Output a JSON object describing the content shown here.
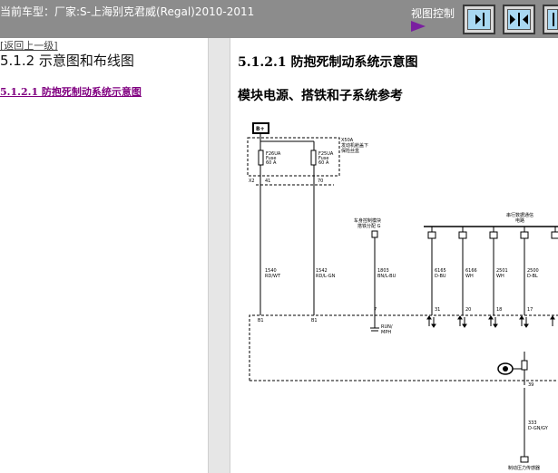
{
  "header": {
    "vehicle_text": "当前车型：厂家:S-上海别克君威(Regal)2010-2011",
    "view_control_label": "视图控制"
  },
  "left_panel": {
    "back_link": "[返回上一级]",
    "section_heading": "5.1.2 示意图和布线图",
    "link_item": "5.1.2.1 防抱死制动系统示意图"
  },
  "content": {
    "title": "5.1.2.1 防抱死制动系统示意图",
    "subtitle": "模块电源、搭铁和子系统参考"
  },
  "diagram": {
    "battery_label": "B+",
    "fuse1_text": [
      "F26UA",
      "Fuse",
      "60 A"
    ],
    "fuse2_text": [
      "F25UA",
      "Fuse",
      "60 A"
    ],
    "connector_x2": "X2",
    "pin_41": "41",
    "pin_70": "70",
    "box_label": [
      "X50A",
      "发动机舱盖下",
      "保险丝盒"
    ],
    "ground_label": [
      "车身控制模块",
      "搭铁分配 G"
    ],
    "wires": [
      {
        "circuit": "1540",
        "color": "RD/WT"
      },
      {
        "circuit": "1542",
        "color": "RD/L-GN"
      },
      {
        "circuit": "1803",
        "color": "BN/L-BU"
      },
      {
        "circuit": "6165",
        "color": "D-BU"
      },
      {
        "circuit": "6166",
        "color": "WH"
      },
      {
        "circuit": "2501",
        "color": "WH"
      },
      {
        "circuit": "2500",
        "color": "D-BL"
      }
    ],
    "module_pins": [
      "B1",
      "B1",
      "7",
      "31",
      "20",
      "18",
      "17"
    ],
    "ignition_label": [
      "RUN/",
      "MPH"
    ],
    "bus_label": [
      "串行数据通信",
      "电路"
    ],
    "bottom_wire": {
      "circuit": "333",
      "color": "D-GN/GY"
    },
    "pin_39": "39",
    "bottom_label": "制动压力传感器"
  }
}
